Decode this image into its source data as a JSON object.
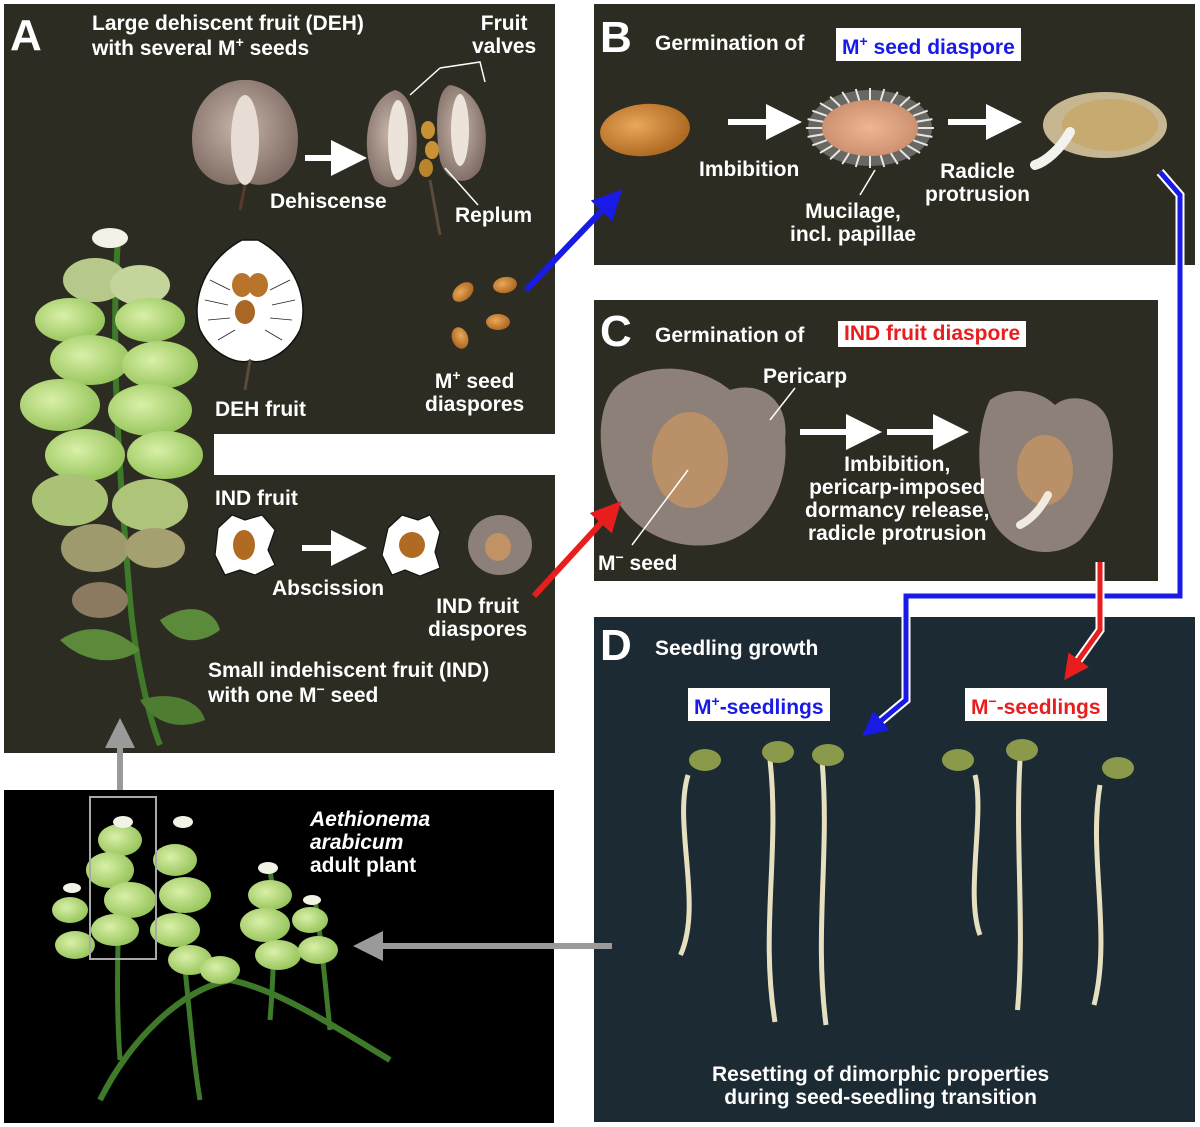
{
  "panels": {
    "a": {
      "letter": "A",
      "deh_title_line1": "Large dehiscent fruit (DEH)",
      "deh_title_line2": "with several M",
      "deh_title_sup": "+",
      "deh_title_tail": " seeds",
      "fruit_valves_1": "Fruit",
      "fruit_valves_2": "valves",
      "dehiscense": "Dehiscense",
      "replum": "Replum",
      "deh_fruit": "DEH fruit",
      "mplus_seed_1": "M",
      "mplus_seed_sup": "+",
      "mplus_seed_tail": " seed",
      "mplus_seed_2": "diaspores",
      "ind_fruit": "IND fruit",
      "abscission": "Abscission",
      "ind_diaspores_1": "IND fruit",
      "ind_diaspores_2": "diaspores",
      "ind_title_line1": "Small indehiscent fruit (IND)",
      "ind_title_line2": "with one M",
      "ind_title_sup": "−",
      "ind_title_tail": " seed"
    },
    "b": {
      "letter": "B",
      "title_prefix": "Germination of",
      "title_highlight_1": "M",
      "title_highlight_sup": "+",
      "title_highlight_2": " seed diaspore",
      "imbibition": "Imbibition",
      "mucilage_1": "Mucilage,",
      "mucilage_2": "incl. papillae",
      "radicle_1": "Radicle",
      "radicle_2": "protrusion"
    },
    "c": {
      "letter": "C",
      "title_prefix": "Germination of",
      "title_highlight": "IND fruit diaspore",
      "pericarp": "Pericarp",
      "process_1": "Imbibition,",
      "process_2": "pericarp-imposed",
      "process_3": "dormancy release,",
      "process_4": "radicle protrusion",
      "mminus_seed_1": "M",
      "mminus_seed_sup": "−",
      "mminus_seed_tail": " seed"
    },
    "d": {
      "letter": "D",
      "title": "Seedling growth",
      "mplus_label_1": "M",
      "mplus_label_sup": "+",
      "mplus_label_tail": "-seedlings",
      "mminus_label_1": "M",
      "mminus_label_sup": "−",
      "mminus_label_tail": "-seedlings",
      "caption_1": "Resetting of dimorphic properties",
      "caption_2": "during seed-seedling transition"
    },
    "plant": {
      "species_1": "Aethionema",
      "species_2": "arabicum",
      "species_3": "adult plant"
    }
  },
  "colors": {
    "blue_arrow": "#1a1ae6",
    "red_arrow": "#e81e1e",
    "gray_arrow": "#9a9a9a",
    "panel_bg": "#2d2c22",
    "seedling_bg": "#1c2a33"
  }
}
